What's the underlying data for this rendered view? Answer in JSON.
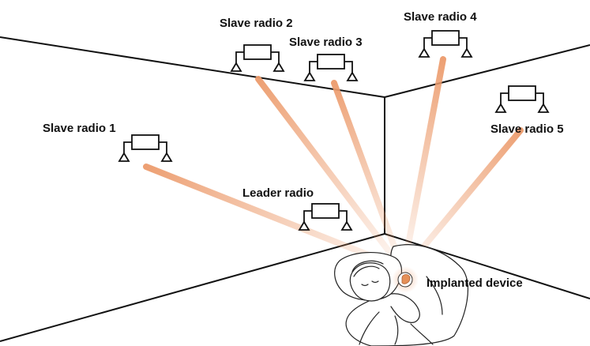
{
  "labels": {
    "slave1": "Slave radio 1",
    "slave2": "Slave radio 2",
    "slave3": "Slave radio 3",
    "slave4": "Slave radio 4",
    "slave5": "Slave radio 5",
    "leader": "Leader radio",
    "implant": "Implanted device"
  },
  "colors": {
    "beam": "#ec9b6c",
    "room_lines": "#111111",
    "implant": "#e59058"
  },
  "icons": {
    "radio": "radio-antenna-icon",
    "patient": "sleeping-person-illustration"
  }
}
